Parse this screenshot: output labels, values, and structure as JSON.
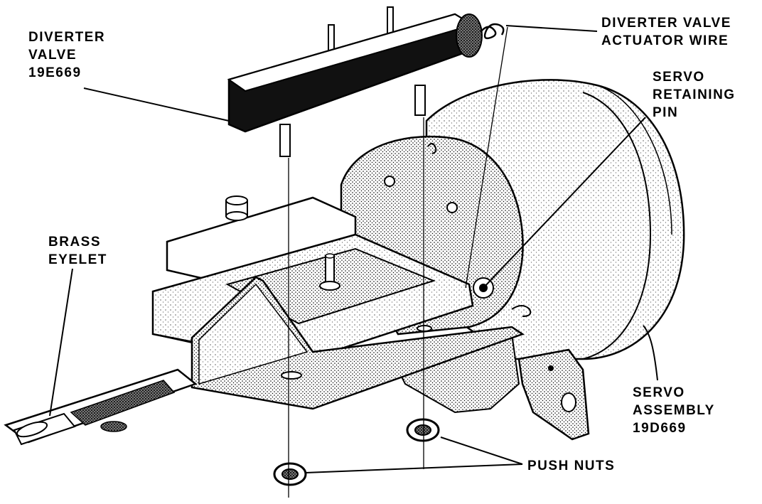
{
  "labels": {
    "diverter_valve": [
      "DIVERTER",
      "VALVE",
      "19E669"
    ],
    "actuator_wire": [
      "DIVERTER VALVE",
      "ACTUATOR WIRE"
    ],
    "retaining_pin": [
      "SERVO",
      "RETAINING",
      "PIN"
    ],
    "brass_eyelet": [
      "BRASS",
      "EYELET"
    ],
    "servo_assembly": [
      "SERVO",
      "ASSEMBLY",
      "19D669"
    ],
    "push_nuts": [
      "PUSH NUTS"
    ]
  }
}
